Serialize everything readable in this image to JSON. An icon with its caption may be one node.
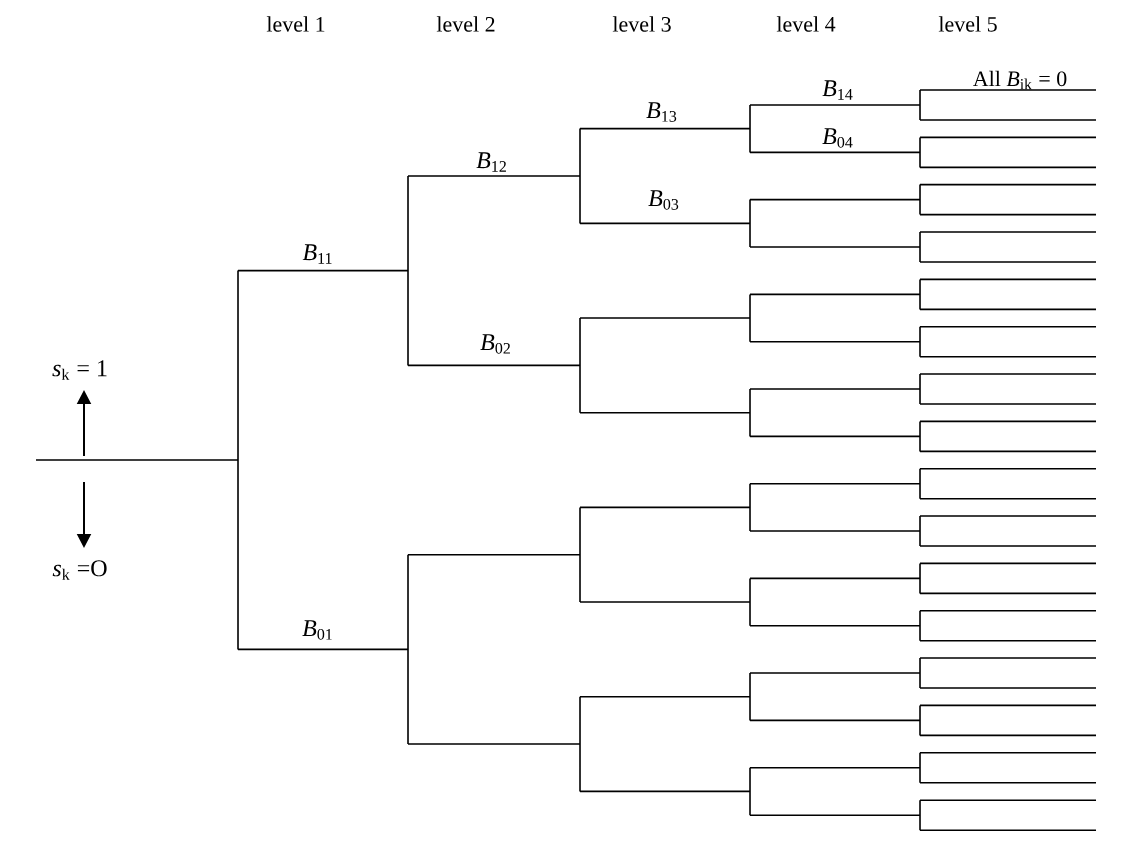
{
  "diagram": {
    "labels": [
      "level 1",
      "level 2",
      "level 3",
      "level 4",
      "level 5",
      "All *B*$_{ik}$ = 0",
      "*B*$_{14}$",
      "*B*$_{13}$",
      "*B*$_{04}$",
      "*B*$_{12}$",
      "*B*$_{03}$",
      "*B*$_{11}$",
      "*s*$_{k}$ = 1",
      "*B*$_{02}$",
      "*s*$_{k}$ =O",
      "*B*$_{01}$"
    ]
  }
}
